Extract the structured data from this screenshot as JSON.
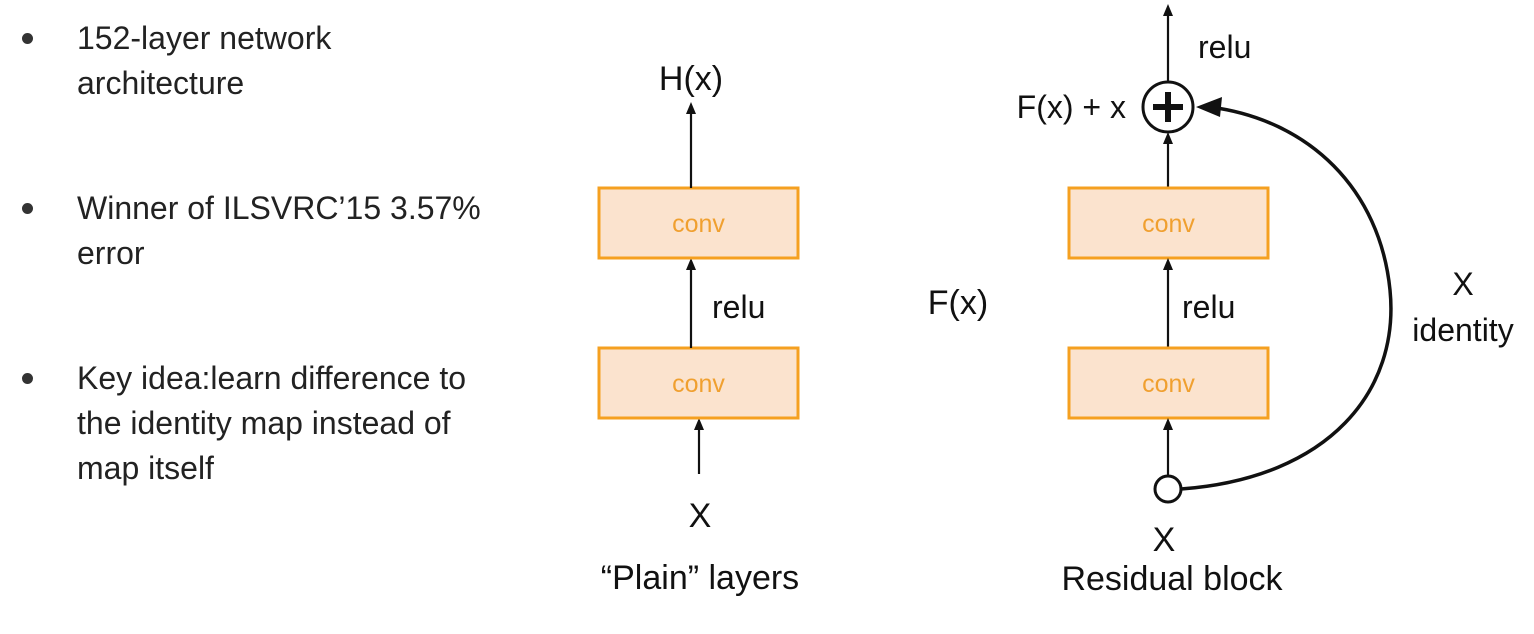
{
  "bullets": [
    {
      "text": "152-layer network\narchitecture"
    },
    {
      "text": "Winner of ILSVRC’15 3.57%\nerror"
    },
    {
      "text": "Key idea:learn difference to\nthe identity map instead of\nmap itself"
    }
  ],
  "plain": {
    "output_label": "H(x)",
    "top_box_label": "conv",
    "relu_label": "relu",
    "bottom_box_label": "conv",
    "input_label": "X",
    "caption": "“Plain” layers"
  },
  "residual": {
    "top_relu_label": "relu",
    "sum_label": "F(x) + x",
    "top_box_label": "conv",
    "relu_label": "relu",
    "bottom_box_label": "conv",
    "fx_label": "F(x)",
    "skip_x_label": "X",
    "skip_identity_label": "identity",
    "input_label": "X",
    "caption": "Residual block"
  },
  "colors": {
    "box_fill": "#fbe3ce",
    "box_stroke": "#f5a020",
    "box_text": "#f0a030",
    "line": "#111111"
  }
}
